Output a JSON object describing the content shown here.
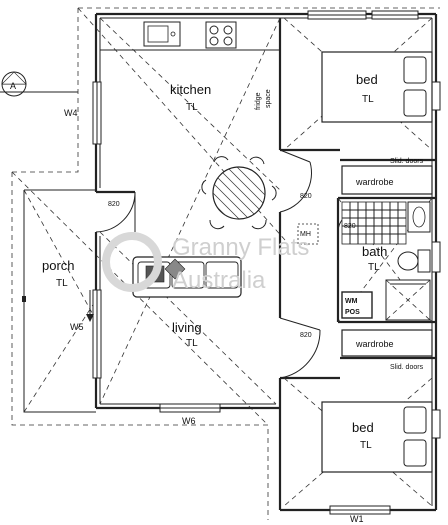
{
  "rooms": {
    "kitchen": {
      "name": "kitchen",
      "finish": "TL"
    },
    "bed_top": {
      "name": "bed",
      "finish": "TL"
    },
    "bed_bottom": {
      "name": "bed",
      "finish": "TL"
    },
    "porch": {
      "name": "porch",
      "finish": "TL"
    },
    "living": {
      "name": "living",
      "finish": "TL"
    },
    "bath": {
      "name": "bath",
      "finish": "TL"
    }
  },
  "labels": {
    "fridge_line1": "fridge",
    "fridge_line2": "space",
    "wardrobe_top": "wardrobe",
    "wardrobe_bottom": "wardrobe",
    "slid_doors_top": "Slid. doors",
    "slid_doors_bottom": "Slid. doors",
    "mh": "MH",
    "wm": "WM",
    "pos": "POS"
  },
  "doors": {
    "kitchen_door": "820",
    "bed_door_top": "820",
    "bath_door": "820",
    "bed_door_bottom": "820"
  },
  "windows": {
    "w4": "W4",
    "w5": "W5",
    "w6": "W6",
    "w1": "W1"
  },
  "section_marker": "A",
  "watermark": {
    "line1": "Granny Flats",
    "line2": "Australia"
  }
}
